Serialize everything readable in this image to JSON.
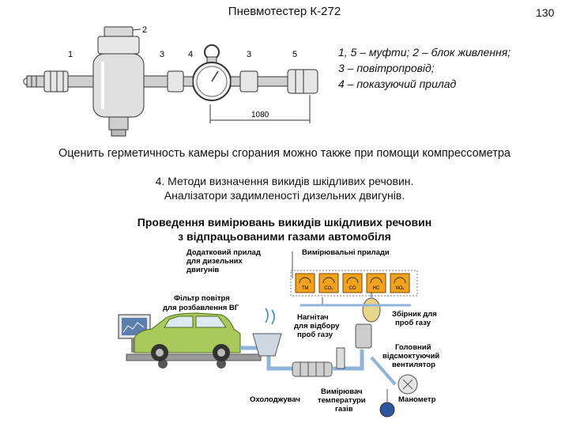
{
  "slide": {
    "title": "Пневмотестер К-272",
    "page_number": "130",
    "tester_legend": [
      "1, 5 – муфти; 2 – блок живлення;",
      "3 – повітропровід;",
      "4 – показуючий прилад"
    ],
    "tester_callouts": {
      "n1": "1",
      "n2": "2",
      "n3": "3",
      "n4": "4",
      "n3b": "3",
      "n5": "5",
      "dimension": "1080"
    },
    "sentence": "Оценить герметичность камеры сгорания можно также при помощи компрессометра",
    "section_heading": [
      "4. Методи визначення викидів шкідливих речовин.",
      "Аналізатори задимленості дизельних двигунів."
    ],
    "measurement_heading": [
      "Проведення вимірювань викидів шкідливих речовин",
      "з відпрацьованими газами автомобіля"
    ]
  },
  "diagram": {
    "labels": {
      "extra_device": [
        "Додатковий прилад",
        "для дизельних",
        "двигунів"
      ],
      "instruments": "Вимірювальні прилади",
      "filter": [
        "Фільтр повітря",
        "для розбавлення ВГ"
      ],
      "pump": [
        "Нагнітач",
        "для відбору",
        "проб газу"
      ],
      "collector": [
        "Збірник для",
        "проб газу"
      ],
      "fan": [
        "Головний",
        "відсмоктуючий",
        "вентилятор"
      ],
      "cooler": "Охолоджувач",
      "temp_meter": [
        "Вимірювач",
        "температури",
        "газів"
      ],
      "manometer": "Манометр"
    },
    "gauges": [
      "TM",
      "CO₂",
      "CO",
      "HC",
      "NOₓ"
    ],
    "colors": {
      "gauge_orange": "#f2a31b",
      "pipe_blue": "#8fb3d9",
      "car_green": "#a9c95a"
    }
  }
}
